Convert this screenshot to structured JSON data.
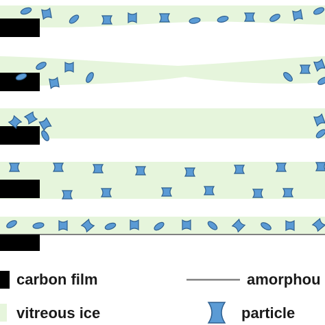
{
  "legend": {
    "carbon_film": "carbon film",
    "amorphous": "amorphou",
    "vitreous_ice": "vitreous ice",
    "particle": "particle"
  },
  "colors": {
    "ice": "#e6f5dc",
    "carbon": "#000000",
    "particle_fill": "#5b9bd5",
    "particle_stroke": "#2e5f8f",
    "amorphous_line": "#808080"
  },
  "panels": [
    {
      "name": "panel-1"
    },
    {
      "name": "panel-2"
    },
    {
      "name": "panel-3"
    },
    {
      "name": "panel-4"
    },
    {
      "name": "panel-5"
    }
  ]
}
